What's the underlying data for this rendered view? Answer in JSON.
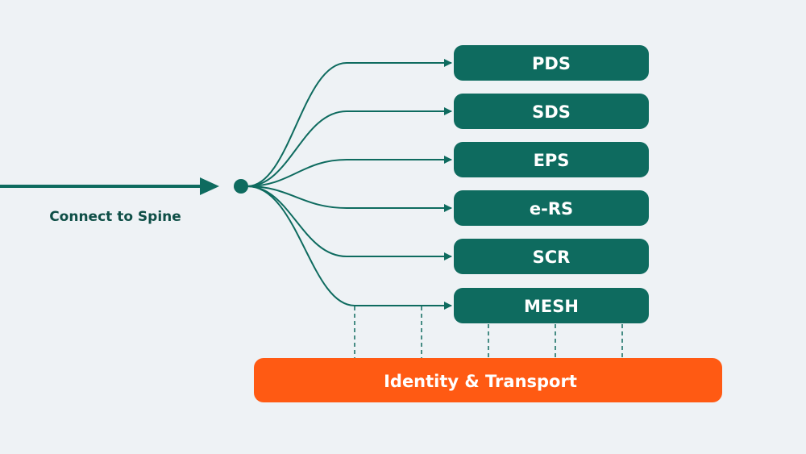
{
  "spine_label": "Connect to Spine",
  "services": [
    {
      "label": "PDS"
    },
    {
      "label": "SDS"
    },
    {
      "label": "EPS"
    },
    {
      "label": "e-RS"
    },
    {
      "label": "SCR"
    },
    {
      "label": "MESH"
    }
  ],
  "base_label": "Identity & Transport",
  "colors": {
    "background": "#eef2f5",
    "primary": "#0e6b5f",
    "accent": "#ff5a13",
    "label_on_box": "#ffffff",
    "spine_text": "#0f4f47"
  }
}
